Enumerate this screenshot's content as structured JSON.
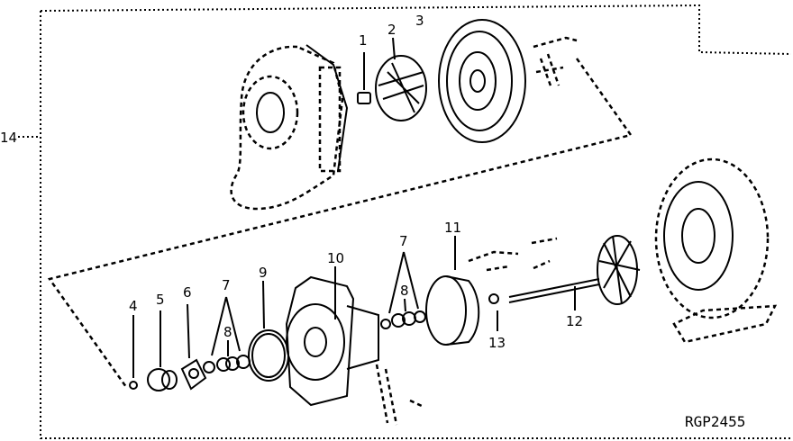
{
  "figure": {
    "ref_code": "RGP2455",
    "callouts": [
      {
        "id": "1",
        "text": "1"
      },
      {
        "id": "2",
        "text": "2"
      },
      {
        "id": "3",
        "text": "3"
      },
      {
        "id": "4",
        "text": "4"
      },
      {
        "id": "5",
        "text": "5"
      },
      {
        "id": "6",
        "text": "6"
      },
      {
        "id": "7a",
        "text": "7"
      },
      {
        "id": "7b",
        "text": "7"
      },
      {
        "id": "8a",
        "text": "8"
      },
      {
        "id": "8b",
        "text": "8"
      },
      {
        "id": "9",
        "text": "9"
      },
      {
        "id": "10",
        "text": "10"
      },
      {
        "id": "11",
        "text": "11"
      },
      {
        "id": "12",
        "text": "12"
      },
      {
        "id": "13",
        "text": "13"
      },
      {
        "id": "14",
        "text": "14"
      }
    ]
  }
}
